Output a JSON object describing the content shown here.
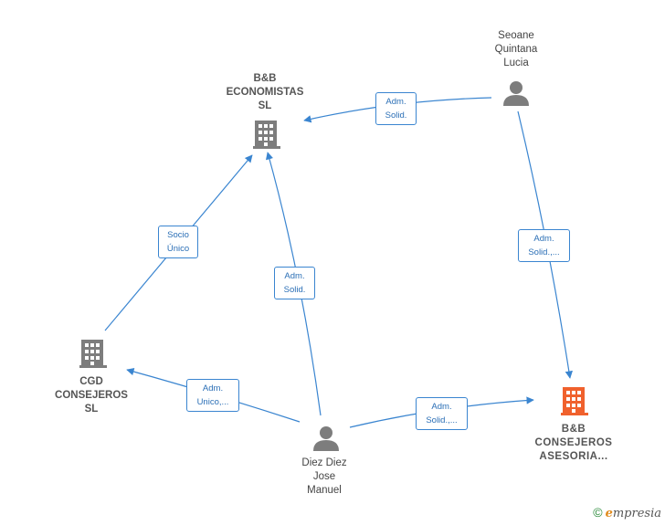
{
  "colors": {
    "edge": "#3a85d0",
    "company_icon": "#7d7d7d",
    "company_icon_highlight": "#f0612d",
    "person_icon": "#7d7d7d"
  },
  "nodes": {
    "bb_economistas": {
      "label": "B&B\nECONOMISTAS\nSL",
      "icon": "building-icon"
    },
    "seoane": {
      "label": "Seoane\nQuintana\nLucia",
      "icon": "person-icon"
    },
    "cgd": {
      "label": "CGD\nCONSEJEROS\nSL",
      "icon": "building-icon"
    },
    "bb_consejeros": {
      "label": "B&B\nCONSEJEROS\nASESORIA...",
      "icon": "building-icon"
    },
    "diez": {
      "label": "Diez Diez\nJose\nManuel",
      "icon": "person-icon"
    }
  },
  "edges": {
    "seoane_to_bbeco": "Adm.\nSolid.",
    "seoane_to_bbcons": "Adm.\nSolid.,...",
    "cgd_to_bbeco": "Socio\nÚnico",
    "diez_to_bbeco": "Adm.\nSolid.",
    "diez_to_cgd": "Adm.\nUnico,...",
    "diez_to_bbcons": "Adm.\nSolid.,..."
  },
  "watermark": {
    "symbol": "©",
    "brand_initial": "e",
    "brand_rest": "mpresia"
  }
}
